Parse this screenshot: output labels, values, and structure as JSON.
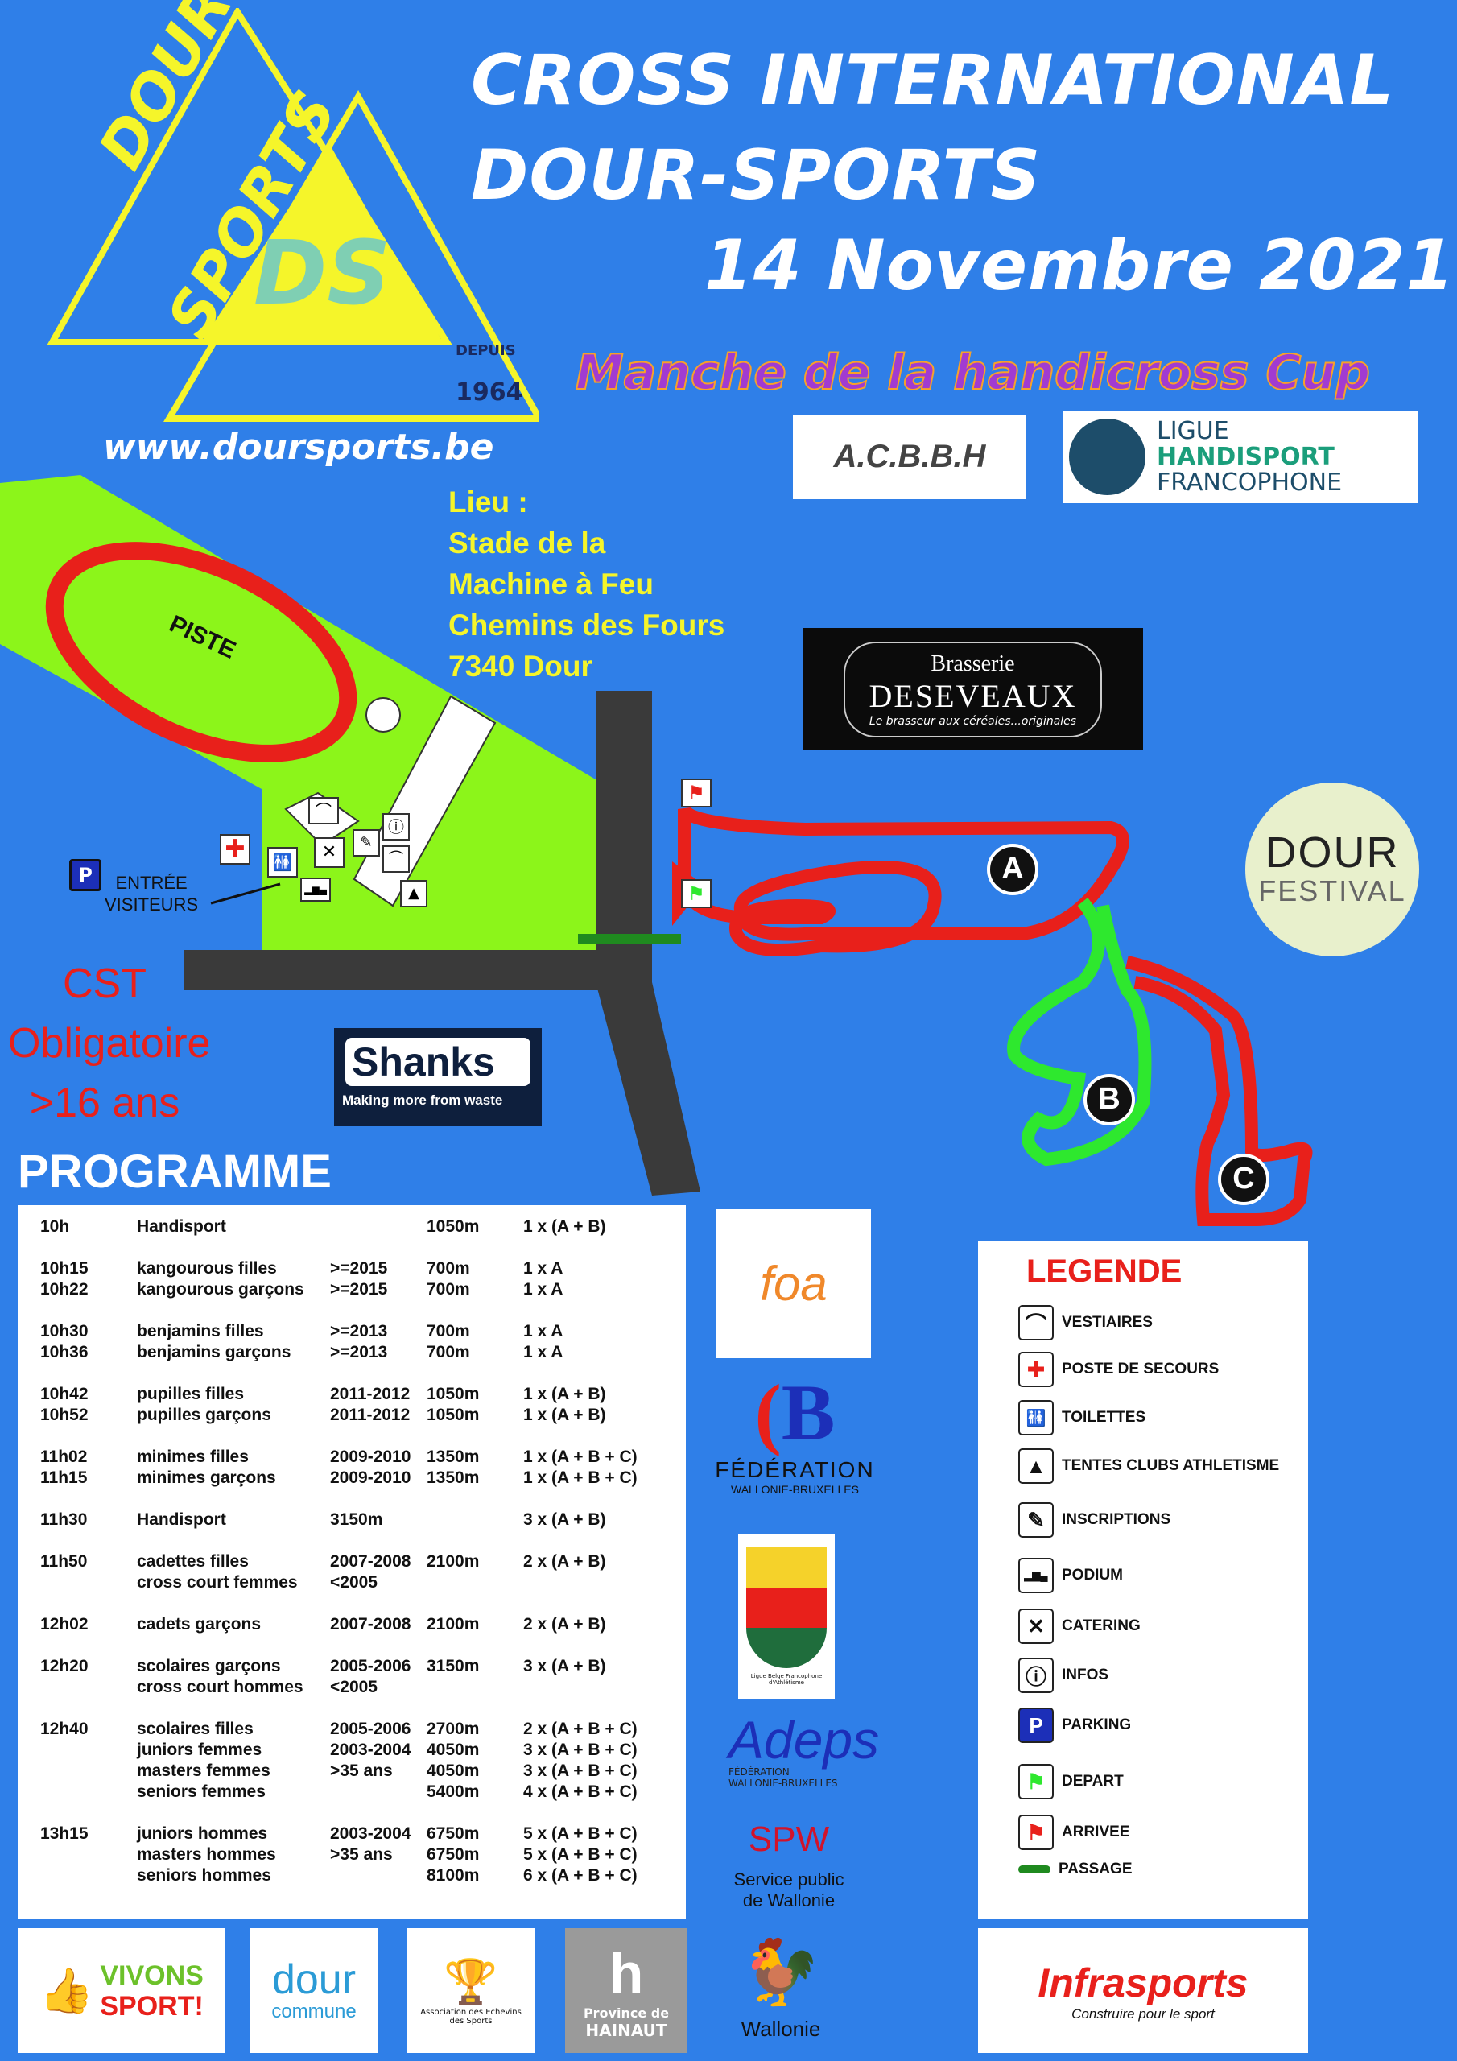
{
  "header": {
    "title_line1": "CROSS INTERNATIONAL",
    "title_line2": "DOUR-SPORTS",
    "date": "14 Novembre 2021",
    "subtitle": "Manche de la  handicross Cup",
    "website": "www.doursports.be"
  },
  "club_logo": {
    "text1": "DOUR",
    "text2": "SPORTS",
    "monogram": "DS",
    "since_label": "DEPUIS",
    "since_year": "1964"
  },
  "venue": {
    "label": "Lieu :",
    "line1": "Stade de la",
    "line2": "Machine à Feu",
    "line3": "Chemins des Fours",
    "line4": "7340 Dour"
  },
  "map": {
    "track_label": "PISTE",
    "entry_label1": "ENTRÉE",
    "entry_label2": "VISITEURS",
    "loop_a": "A",
    "loop_b": "B",
    "loop_c": "C",
    "colors": {
      "grass": "#8cf51a",
      "track": "#e8201b",
      "road": "#3a3a3a",
      "loop_green": "#2ee82e",
      "loop_red": "#e8201b"
    }
  },
  "cst_notice": {
    "line1": "CST",
    "line2": "Obligatoire",
    "line3": ">16 ans"
  },
  "sponsors": {
    "acbbh": "A.C.B.B.H",
    "ligue_line1": "LIGUE",
    "ligue_line2": "HANDISPORT",
    "ligue_line3": "FRANCOPHONE",
    "brasserie_line1": "Brasserie",
    "brasserie_line2": "DESEVEAUX",
    "brasserie_tagline": "Le brasseur aux céréales...originales",
    "dour_festival1": "DOUR",
    "dour_festival2": "FESTIVAL",
    "shanks": "Shanks",
    "shanks_tagline": "Making more from waste",
    "foa": "foa",
    "federation1": "FÉDÉRATION",
    "federation2": "WALLONIE-BRUXELLES",
    "lbfa": "Ligue Belge Francophone d'Athlétisme",
    "adeps": "Adeps",
    "adeps_sub1": "FÉDÉRATION",
    "adeps_sub2": "WALLONIE-BRUXELLES",
    "spw": "SPW",
    "spw_sub1": "Service public",
    "spw_sub2": "de Wallonie",
    "wallonie": "Wallonie",
    "vivons_sport1": "VIVONS",
    "vivons_sport2": "SPORT!",
    "dour_commune1": "dour",
    "dour_commune2": "commune",
    "echevins1": "Association des Echevins",
    "echevins2": "des Sports",
    "hainaut1": "Province de",
    "hainaut2": "HAINAUT",
    "infrasports": "Infrasports",
    "infrasports_tagline": "Construire pour le sport"
  },
  "programme": {
    "title": "PROGRAMME",
    "rows": [
      {
        "time": "10h",
        "cat": "Handisport",
        "year": "",
        "dist": "1050m",
        "laps": "1 x (A + B)",
        "gap": false
      },
      {
        "time": "10h15",
        "cat": "kangourous filles",
        "year": ">=2015",
        "dist": "700m",
        "laps": "1 x A",
        "gap": true
      },
      {
        "time": "10h22",
        "cat": "kangourous garçons",
        "year": ">=2015",
        "dist": "700m",
        "laps": "1 x A",
        "gap": false
      },
      {
        "time": "10h30",
        "cat": "benjamins filles",
        "year": ">=2013",
        "dist": "700m",
        "laps": "1 x A",
        "gap": true
      },
      {
        "time": "10h36",
        "cat": "benjamins garçons",
        "year": ">=2013",
        "dist": "700m",
        "laps": "1 x A",
        "gap": false
      },
      {
        "time": "10h42",
        "cat": "pupilles filles",
        "year": "2011-2012",
        "dist": "1050m",
        "laps": "1 x (A + B)",
        "gap": true
      },
      {
        "time": "10h52",
        "cat": "pupilles garçons",
        "year": "2011-2012",
        "dist": "1050m",
        "laps": "1 x (A + B)",
        "gap": false
      },
      {
        "time": "11h02",
        "cat": "minimes filles",
        "year": "2009-2010",
        "dist": "1350m",
        "laps": "1 x (A + B + C)",
        "gap": true
      },
      {
        "time": "11h15",
        "cat": "minimes garçons",
        "year": "2009-2010",
        "dist": "1350m",
        "laps": "1 x (A + B + C)",
        "gap": false
      },
      {
        "time": "11h30",
        "cat": "Handisport",
        "year": "3150m",
        "dist": "",
        "laps": "3 x (A  + B)",
        "gap": true
      },
      {
        "time": "11h50",
        "cat": "cadettes filles",
        "year": "2007-2008",
        "dist": "2100m",
        "laps": "2 x (A  + B)",
        "gap": true
      },
      {
        "time": "",
        "cat": "cross court femmes",
        "year": "<2005",
        "dist": "",
        "laps": "",
        "gap": false
      },
      {
        "time": "12h02",
        "cat": "cadets garçons",
        "year": "2007-2008",
        "dist": "2100m",
        "laps": "2 x (A  + B)",
        "gap": true
      },
      {
        "time": "12h20",
        "cat": "scolaires garçons",
        "year": "2005-2006",
        "dist": "3150m",
        "laps": "3 x (A  + B)",
        "gap": true
      },
      {
        "time": "",
        "cat": "cross court hommes",
        "year": "<2005",
        "dist": "",
        "laps": "",
        "gap": false
      },
      {
        "time": "12h40",
        "cat": "scolaires filles",
        "year": "2005-2006",
        "dist": "2700m",
        "laps": "2 x (A + B + C)",
        "gap": true
      },
      {
        "time": "",
        "cat": "juniors femmes",
        "year": "2003-2004",
        "dist": "4050m",
        "laps": "3 x (A + B + C)",
        "gap": false
      },
      {
        "time": "",
        "cat": "masters femmes",
        "year": ">35 ans",
        "dist": "4050m",
        "laps": "3 x (A + B + C)",
        "gap": false
      },
      {
        "time": "",
        "cat": "seniors femmes",
        "year": "",
        "dist": "5400m",
        "laps": "4 x (A + B + C)",
        "gap": false
      },
      {
        "time": "13h15",
        "cat": "juniors hommes",
        "year": "2003-2004",
        "dist": "6750m",
        "laps": "5 x (A + B + C)",
        "gap": true
      },
      {
        "time": "",
        "cat": "masters hommes",
        "year": ">35 ans",
        "dist": "6750m",
        "laps": "5 x (A + B + C)",
        "gap": false
      },
      {
        "time": "",
        "cat": "seniors hommes",
        "year": "",
        "dist": "8100m",
        "laps": "6 x (A + B + C)",
        "gap": false
      }
    ]
  },
  "legend": {
    "title": "LEGENDE",
    "items": [
      {
        "icon": "hanger-icon",
        "glyph": "⌒",
        "label": "VESTIAIRES"
      },
      {
        "icon": "first-aid-icon",
        "glyph": "✚",
        "label": "POSTE DE SECOURS"
      },
      {
        "icon": "toilets-icon",
        "glyph": "🚻",
        "label": "TOILETTES"
      },
      {
        "icon": "tent-icon",
        "glyph": "▲",
        "label": "TENTES CLUBS ATHLETISME"
      },
      {
        "icon": "registration-icon",
        "glyph": "✎",
        "label": "INSCRIPTIONS"
      },
      {
        "icon": "podium-icon",
        "glyph": "▂▆▄",
        "label": "PODIUM"
      },
      {
        "icon": "catering-icon",
        "glyph": "✕",
        "label": "CATERING"
      },
      {
        "icon": "info-icon",
        "glyph": "ⓘ",
        "label": "INFOS"
      },
      {
        "icon": "parking-icon",
        "glyph": "P",
        "label": "PARKING"
      },
      {
        "icon": "start-flag-icon",
        "glyph": "⚑",
        "label": "DEPART"
      },
      {
        "icon": "finish-flag-icon",
        "glyph": "⚑",
        "label": "ARRIVEE"
      },
      {
        "icon": "passage-line-icon",
        "glyph": "",
        "label": "PASSAGE"
      }
    ]
  }
}
